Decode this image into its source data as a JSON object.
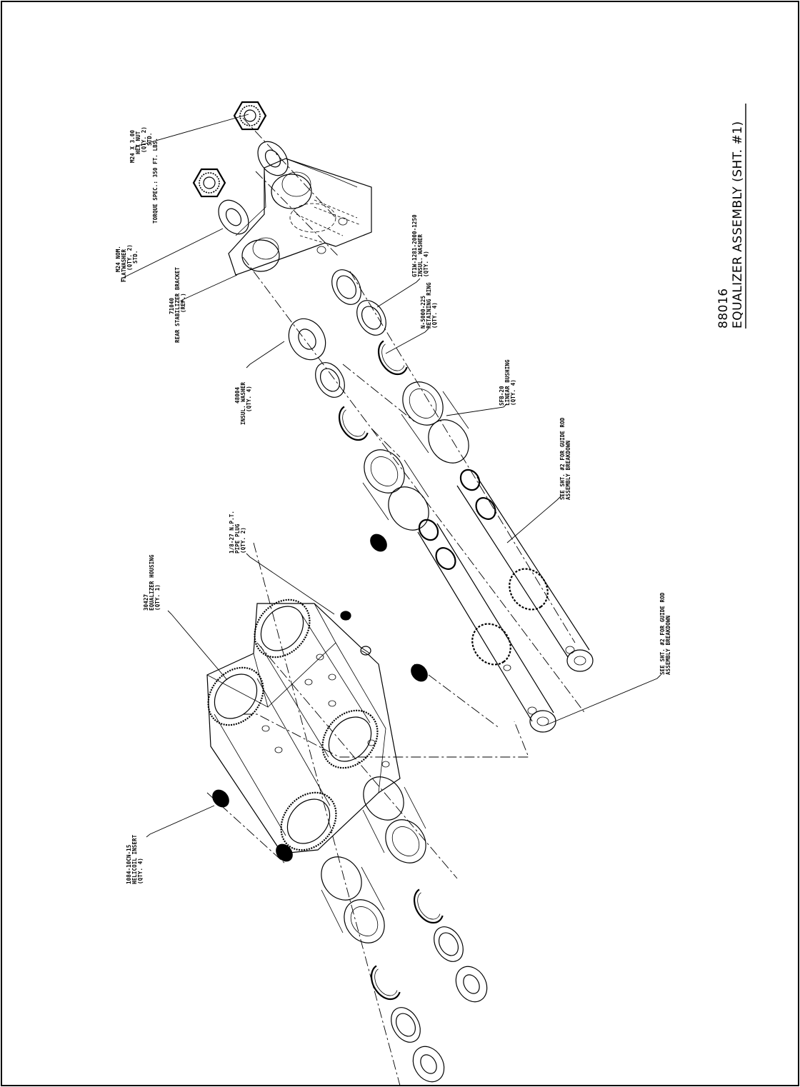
{
  "drawing": {
    "number": "88016",
    "title": "EQUALIZER ASSEMBLY (SHT. #1)"
  },
  "callouts": {
    "hex_nut": [
      "M24 X 3.00",
      "HEX NUT",
      "(QTY. 2)",
      "STD.",
      "TORQUE SPEC.: 350 FT. LBS."
    ],
    "flatwasher": [
      "M24 NOM.",
      "FLATWASHER",
      "(QTY. 2)",
      "STD."
    ],
    "bracket": [
      "71040",
      "REAR STABILIZER BRACKET",
      "(REF.)"
    ],
    "gt_washer": [
      "GT1W-1281-2000-1250",
      "INSUL. WASHER",
      "(QTY. 4)"
    ],
    "retaining_ring": [
      "N-5000-225",
      "RETAINING RING",
      "(QTY. 4)"
    ],
    "insul_washer": [
      "48004",
      "INSUL. WASHER",
      "(QTY. 4)"
    ],
    "linear_bushing": [
      "SFB-20",
      "LINEAR BUSHING",
      "(QTY. 4)"
    ],
    "guide_rod_upper": [
      "SEE SHT. #2 FOR GUIDE ROD",
      "ASSEMBLY BREAKDOWN"
    ],
    "pipe_plug": [
      "1/8-27 N.P.T.",
      "PIPE PLUG",
      "(QTY. 2)"
    ],
    "housing": [
      "30427",
      "EQUALIZER HOUSING",
      "(QTY. 1)"
    ],
    "guide_rod_lower": [
      "SEE SHT. #2 FOR GUIDE ROD",
      "ASSEMBLY BREAKDOWN"
    ],
    "helicoil": [
      "1084-10CN-15",
      "HELICOIL INSERT",
      "(QTY. 4)"
    ]
  }
}
